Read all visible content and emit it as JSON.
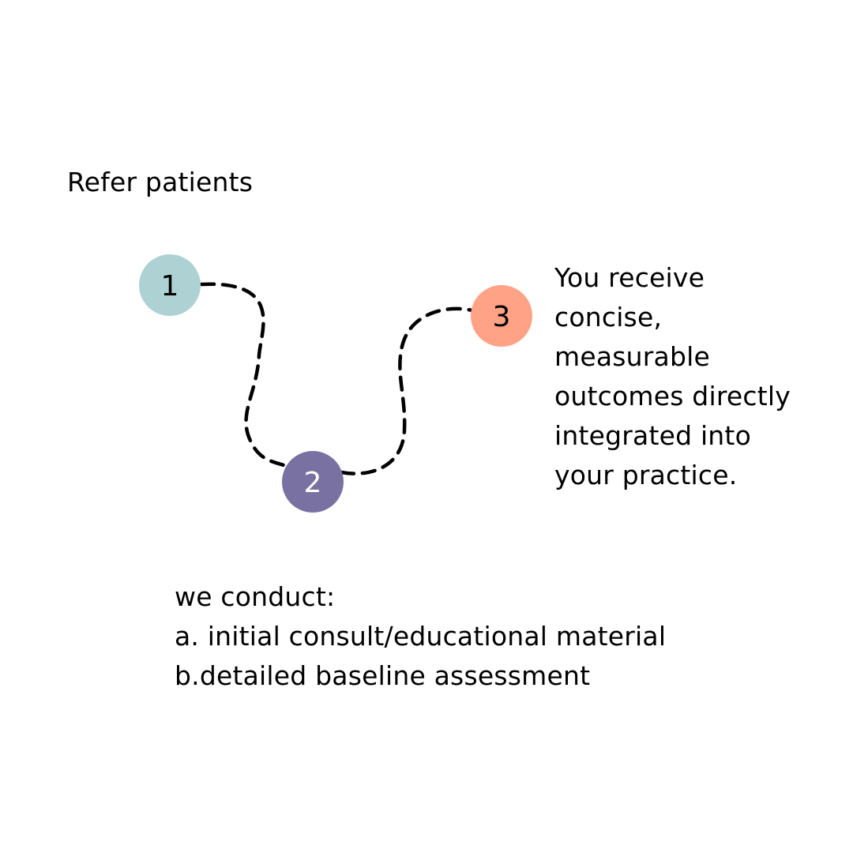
{
  "steps": [
    {
      "number": "1",
      "color": "#aed2d3",
      "number_color": "#000000",
      "caption_lines": [
        "Refer patients"
      ]
    },
    {
      "number": "2",
      "color": "#7a71a3",
      "number_color": "#ffffff",
      "caption_lines": [
        "we conduct:",
        "a. initial consult/educational material",
        "b.detailed baseline assessment"
      ]
    },
    {
      "number": "3",
      "color": "#ffa285",
      "number_color": "#000000",
      "caption_lines": [
        "You receive",
        "concise,",
        "measurable",
        "outcomes directly",
        "integrated into",
        "your practice."
      ]
    }
  ],
  "connector": {
    "style": "dashed",
    "color": "#000000"
  }
}
